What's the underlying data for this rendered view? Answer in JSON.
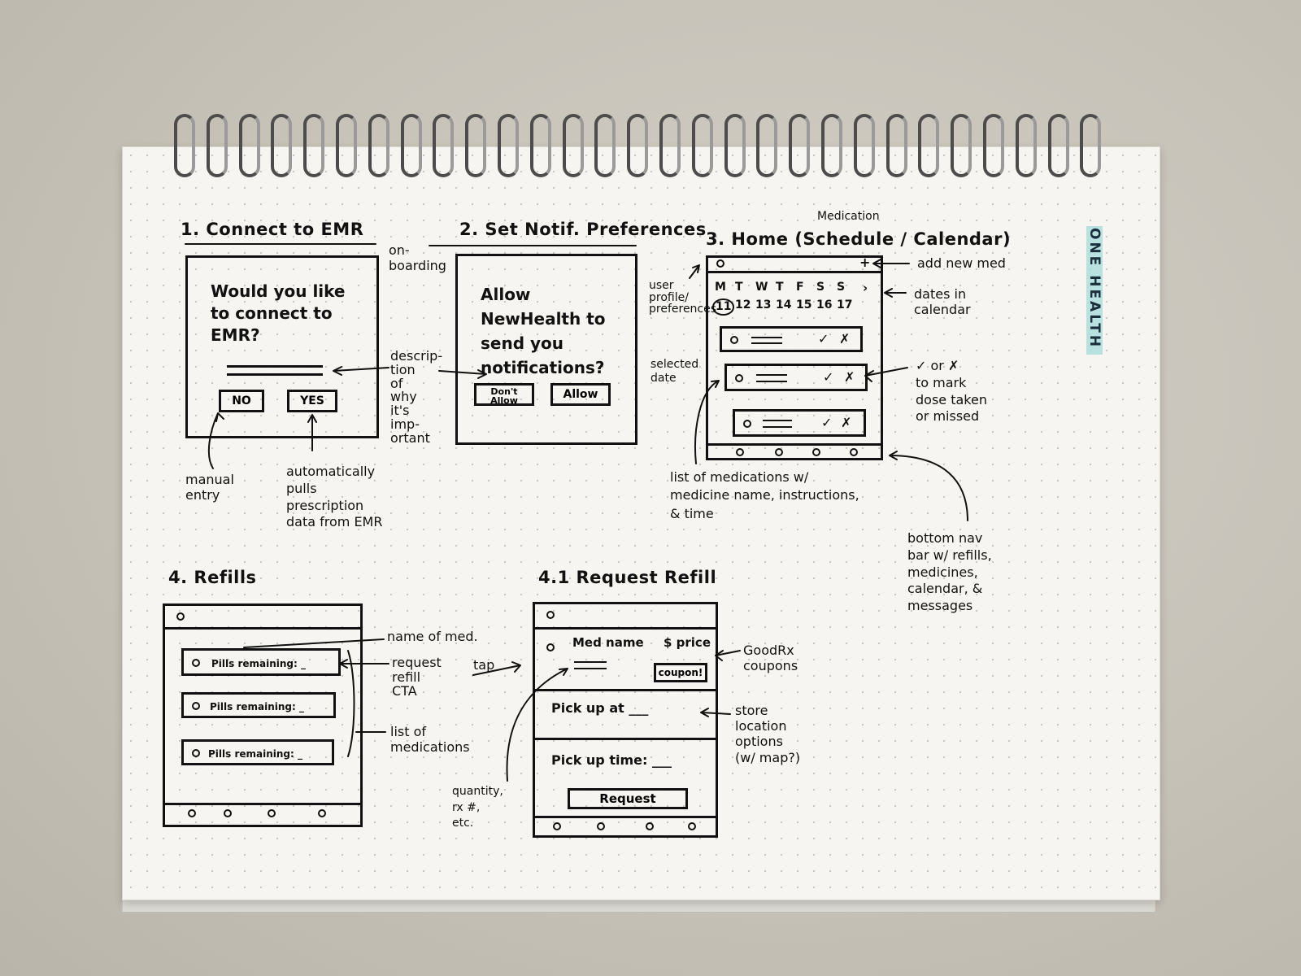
{
  "screens": {
    "s1": {
      "title": "1. Connect to EMR",
      "question": "Would you like to connect to EMR?",
      "no": "NO",
      "yes": "YES"
    },
    "s2": {
      "title": "2. Set Notif. Preferences",
      "question": "Allow NewHealth to send you notifications?",
      "deny": "Don't Allow",
      "allow": "Allow"
    },
    "s3": {
      "title_top": "Medication",
      "title": "3. Home (Schedule / Calendar)",
      "days": [
        "M",
        "T",
        "W",
        "T",
        "F",
        "S",
        "S"
      ],
      "dates": [
        "11",
        "12",
        "13",
        "14",
        "15",
        "16",
        "17"
      ]
    },
    "s4": {
      "title": "4. Refills",
      "rows": [
        "Pills remaining: _",
        "Pills remaining: _",
        "Pills remaining: _"
      ]
    },
    "s41": {
      "title": "4.1 Request Refill",
      "med": "Med name",
      "price": "$ price",
      "coupon": "coupon!",
      "pickup_at": "Pick up at ___",
      "pickup_time": "Pick up time: ___",
      "request": "Request"
    }
  },
  "notes": {
    "onboarding": "on-\nboarding",
    "description": "descrip-\ntion\nof\nwhy\nit's\nimp-\nortant",
    "manual": "manual\nentry",
    "auto": "automatically\npulls\nprescription\ndata from EMR",
    "user_profile": "user\nprofile/\npreferences",
    "selected_date": "selected\ndate",
    "add_new_med": "add new med",
    "dates_in_calendar": "dates in\ncalendar",
    "mark_dose": "✓ or ✗\nto mark\ndose taken\nor missed",
    "list_meds_home": "list of medications w/\nmedicine name, instructions,\n& time",
    "bottom_nav": "bottom nav\nbar w/ refills,\nmedicines,\ncalendar, &\nmessages",
    "name_of_med": "name of med.",
    "request_refill_cta": "request\nrefill\nCTA",
    "tap": "tap",
    "list_meds": "list of\nmedications",
    "goodrx": "GoodRx\ncoupons",
    "store_location": "store\nlocation\noptions\n(w/ map?)",
    "quantity": "quantity,\nrx #,\netc."
  },
  "brand": "ONE HEALTH"
}
